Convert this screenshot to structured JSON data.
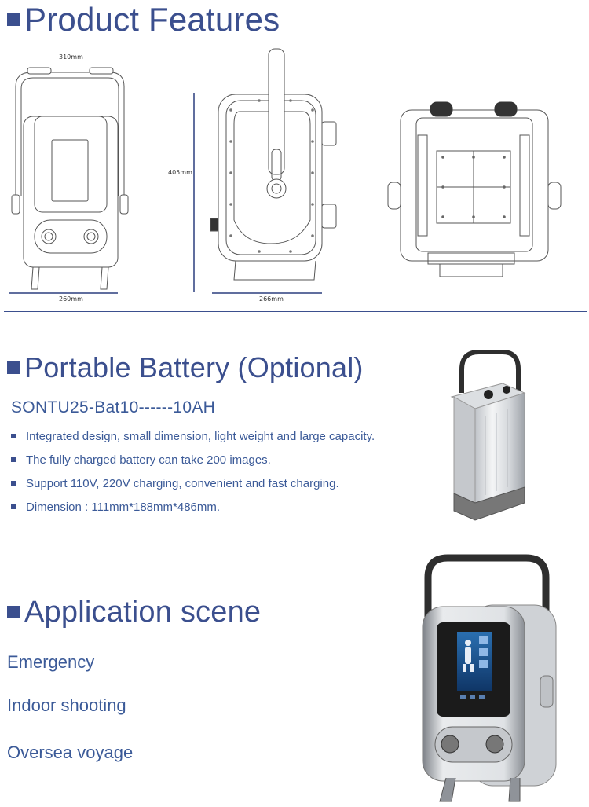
{
  "sections": {
    "features": {
      "title": "Product Features",
      "dims": {
        "front_width_top": "310mm",
        "front_width_bottom": "260mm",
        "side_height": "405mm",
        "side_width": "266mm"
      }
    },
    "battery": {
      "title": "Portable Battery (Optional)",
      "model": "SONTU25-Bat10------10AH",
      "bullets": [
        "Integrated design, small dimension, light weight and large capacity.",
        "The fully charged battery can take 200 images.",
        "Support 110V, 220V charging, convenient and fast charging.",
        "Dimension : 111mm*188mm*486mm."
      ]
    },
    "application": {
      "title": "Application scene",
      "scenes": [
        "Emergency",
        "Indoor shooting",
        "Oversea voyage"
      ]
    }
  },
  "colors": {
    "heading": "#3b4f8e",
    "body_text": "#3b5a98",
    "rule": "#3b4f8e"
  }
}
